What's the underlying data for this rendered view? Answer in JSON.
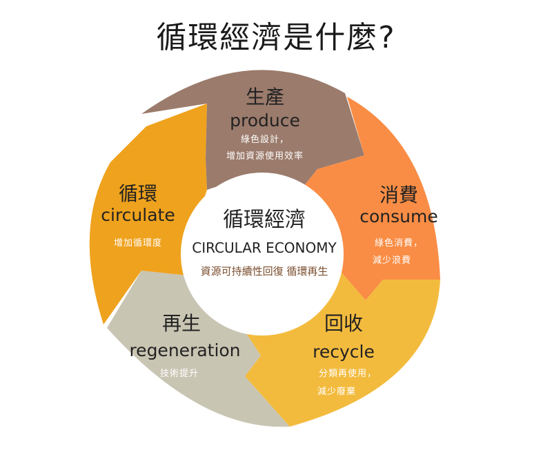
{
  "title": "循環經濟是什麼?",
  "center": {
    "title_zh": "循環經濟",
    "title_en": "CIRCULAR ECONOMY",
    "subtitle": "資源可持續性回復 循環再生"
  },
  "segments": {
    "produce": {
      "title_zh": "生產",
      "title_en": "produce",
      "desc": [
        "綠色設計，",
        "增加資源使用效率"
      ],
      "color": "#9b7b6c"
    },
    "consume": {
      "title_zh": "消費",
      "title_en": "consume",
      "desc": [
        "綠色消費，",
        "減少浪費"
      ],
      "color": "#f98d45"
    },
    "recycle": {
      "title_zh": "回收",
      "title_en": "recycle",
      "desc": [
        "分類再使用，",
        "減少廢棄"
      ],
      "color": "#f3bb3e"
    },
    "regeneration": {
      "title_zh": "再生",
      "title_en": "regeneration",
      "desc": [
        "技術提升"
      ],
      "color": "#c9c5b3"
    },
    "circulate": {
      "title_zh": "循環",
      "title_en": "circulate",
      "desc": [
        "增加循環度"
      ],
      "color": "#efa21d"
    }
  }
}
